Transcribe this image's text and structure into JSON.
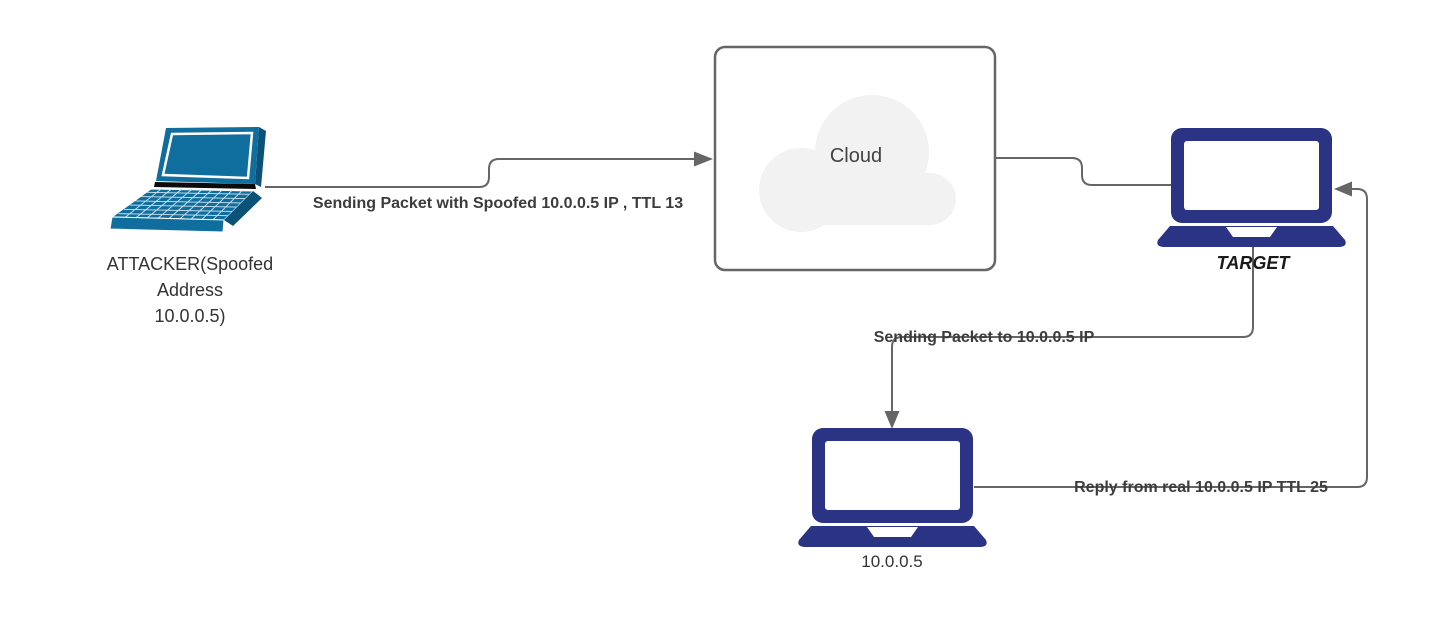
{
  "colors": {
    "connector": "#666666",
    "edge_label": "#3c3c3c",
    "node_label": "#333333",
    "target_label": "#1a1a1a",
    "cloud_fill": "#f2f2f2",
    "cloud_border": "#666666",
    "cloud_label": "#424242",
    "attacker_laptop": "#106e9e",
    "attacker_laptop_dark": "#0b5276",
    "host_laptop": "#2b3384"
  },
  "nodes": {
    "attacker": {
      "label_lines": [
        "ATTACKER(Spoofed",
        "Address",
        "10.0.0.5)"
      ]
    },
    "cloud": {
      "label": "Cloud"
    },
    "target": {
      "label": "TARGET"
    },
    "real_host": {
      "label": "10.0.0.5"
    }
  },
  "edges": {
    "attacker_to_cloud": {
      "label": "Sending Packet with Spoofed 10.0.0.5 IP , TTL 13"
    },
    "cloud_to_target": {
      "label": ""
    },
    "target_to_real_host": {
      "label": "Sending Packet to 10.0.0.5 IP"
    },
    "real_host_to_target": {
      "label": "Reply from real 10.0.0.5 IP TTL 25"
    }
  }
}
